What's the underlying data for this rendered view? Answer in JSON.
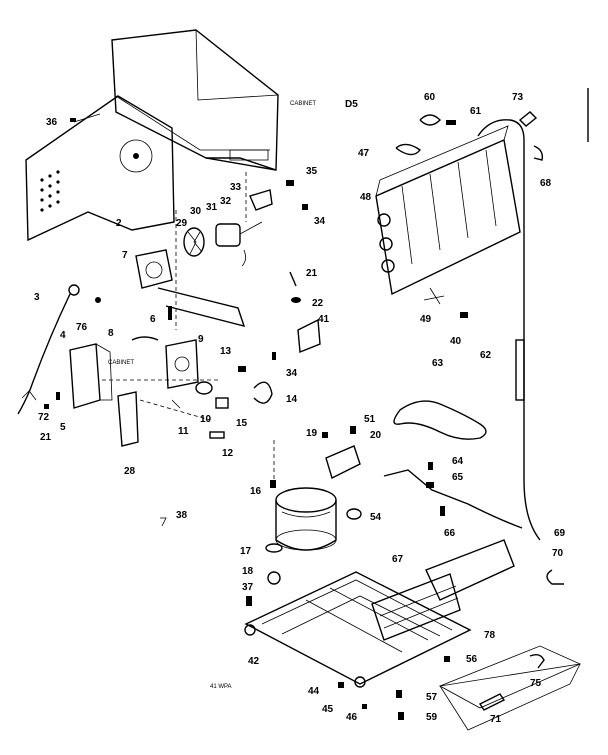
{
  "annotations": {
    "cabinet_note_top": "CABINET",
    "cabinet_note_mid": "CABINET",
    "corner_code": "D5",
    "bottom_note": "41 WPA"
  },
  "part_labels": [
    {
      "id": "p36",
      "text": "36"
    },
    {
      "id": "p2",
      "text": "2"
    },
    {
      "id": "p7",
      "text": "7"
    },
    {
      "id": "p29",
      "text": "29"
    },
    {
      "id": "p30",
      "text": "30"
    },
    {
      "id": "p31",
      "text": "31"
    },
    {
      "id": "p32",
      "text": "32"
    },
    {
      "id": "p33",
      "text": "33"
    },
    {
      "id": "p35",
      "text": "35"
    },
    {
      "id": "p34a",
      "text": "34"
    },
    {
      "id": "p21a",
      "text": "21"
    },
    {
      "id": "p22",
      "text": "22"
    },
    {
      "id": "p41",
      "text": "41"
    },
    {
      "id": "p3",
      "text": "3"
    },
    {
      "id": "p76",
      "text": "76"
    },
    {
      "id": "p6",
      "text": "6"
    },
    {
      "id": "p8",
      "text": "8"
    },
    {
      "id": "p9",
      "text": "9"
    },
    {
      "id": "p4",
      "text": "4"
    },
    {
      "id": "p13",
      "text": "13"
    },
    {
      "id": "p34b",
      "text": "34"
    },
    {
      "id": "p14",
      "text": "14"
    },
    {
      "id": "p10",
      "text": "10"
    },
    {
      "id": "p15",
      "text": "15"
    },
    {
      "id": "p11",
      "text": "11"
    },
    {
      "id": "p12",
      "text": "12"
    },
    {
      "id": "p72",
      "text": "72"
    },
    {
      "id": "p5",
      "text": "5"
    },
    {
      "id": "p21b",
      "text": "21"
    },
    {
      "id": "p28",
      "text": "28"
    },
    {
      "id": "p60",
      "text": "60"
    },
    {
      "id": "p61",
      "text": "61"
    },
    {
      "id": "p73",
      "text": "73"
    },
    {
      "id": "p47",
      "text": "47"
    },
    {
      "id": "p68",
      "text": "68"
    },
    {
      "id": "p48",
      "text": "48"
    },
    {
      "id": "p49",
      "text": "49"
    },
    {
      "id": "p40",
      "text": "40"
    },
    {
      "id": "p62",
      "text": "62"
    },
    {
      "id": "p63",
      "text": "63"
    },
    {
      "id": "p19",
      "text": "19"
    },
    {
      "id": "p51",
      "text": "51"
    },
    {
      "id": "p20",
      "text": "20"
    },
    {
      "id": "p64",
      "text": "64"
    },
    {
      "id": "p65",
      "text": "65"
    },
    {
      "id": "p16",
      "text": "16"
    },
    {
      "id": "p54",
      "text": "54"
    },
    {
      "id": "p66",
      "text": "66"
    },
    {
      "id": "p38",
      "text": "38"
    },
    {
      "id": "p17",
      "text": "17"
    },
    {
      "id": "p18",
      "text": "18"
    },
    {
      "id": "p37",
      "text": "37"
    },
    {
      "id": "p67",
      "text": "67"
    },
    {
      "id": "p69",
      "text": "69"
    },
    {
      "id": "p70",
      "text": "70"
    },
    {
      "id": "p42",
      "text": "42"
    },
    {
      "id": "p78",
      "text": "78"
    },
    {
      "id": "p56",
      "text": "56"
    },
    {
      "id": "p75",
      "text": "75"
    },
    {
      "id": "p44",
      "text": "44"
    },
    {
      "id": "p45",
      "text": "45"
    },
    {
      "id": "p57",
      "text": "57"
    },
    {
      "id": "p46",
      "text": "46"
    },
    {
      "id": "p59",
      "text": "59"
    },
    {
      "id": "p71",
      "text": "71"
    }
  ]
}
